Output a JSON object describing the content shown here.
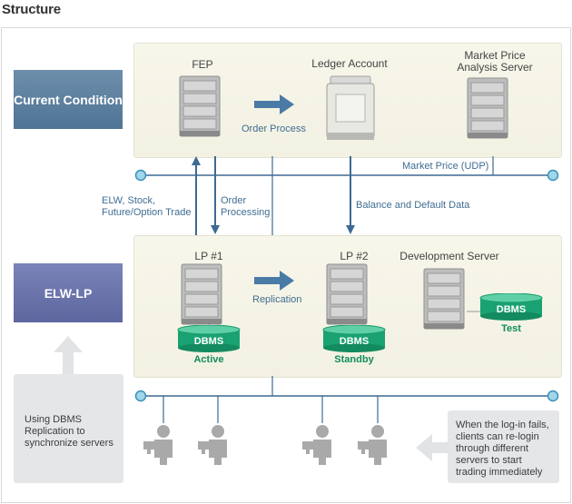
{
  "title": "Structure",
  "side": {
    "current_condition": "Current Condition",
    "elw_lp": "ELW-LP",
    "note_left": [
      "Using DBMS",
      "Replication to",
      "synchronize servers"
    ]
  },
  "top": {
    "fep": "FEP",
    "ledger": "Ledger Account",
    "market_price_server": [
      "Market Price",
      "Analysis Server"
    ],
    "order_process": "Order Process"
  },
  "links": {
    "market_price_udp": "Market Price (UDP)",
    "elw_trade": [
      "ELW, Stock,",
      "Future/Option Trade"
    ],
    "order_processing": [
      "Order",
      "Processing"
    ],
    "balance": "Balance and Default Data"
  },
  "bottom": {
    "lp1": "LP #1",
    "lp2": "LP #2",
    "dev_server": "Development Server",
    "replication": "Replication",
    "dbms": "DBMS",
    "db_active": "Active",
    "db_standby": "Standby",
    "db_test": "Test",
    "note_right": [
      "When the log-in fails,",
      "clients can re-login",
      "through different",
      "servers to start",
      "trading immediately"
    ]
  },
  "colors": {
    "current_condition_box": "#5b7e9d",
    "elw_lp_box": "#6b73a8",
    "line_blue": "#3d6a92",
    "db_green": "#1aa272",
    "note_gray": "#e5e6e8",
    "panel": "#f4f3e6"
  }
}
